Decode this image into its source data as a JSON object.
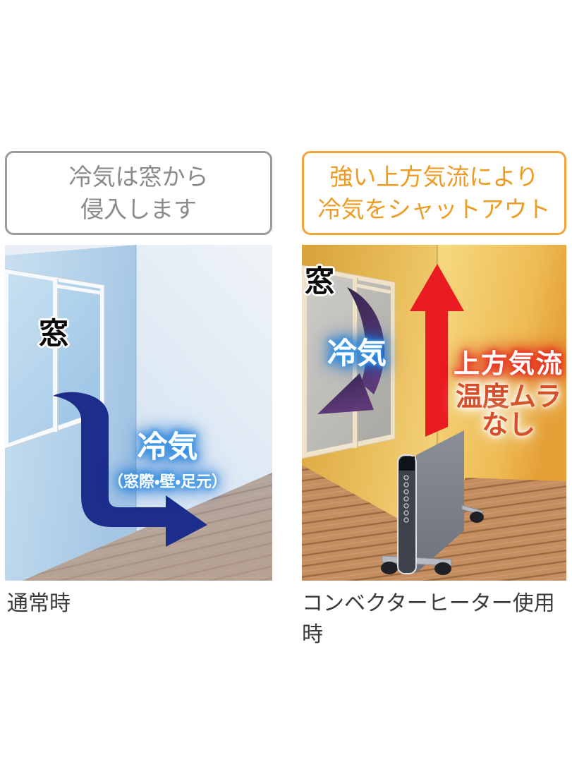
{
  "left_panel": {
    "header": {
      "line1": "冷気は窓から",
      "line2": "侵入します"
    },
    "window_label": "窓",
    "cold_air_label": "冷気",
    "cold_air_sub": "（窓際・壁・足元）",
    "caption": "通常時"
  },
  "right_panel": {
    "header": {
      "line1": "強い上方気流により",
      "line2": "冷気をシャットアウト"
    },
    "window_label": "窓",
    "cold_air_label": "冷気",
    "updraft_label": "上方気流",
    "temp_even_line1": "温度ムラ",
    "temp_even_line2": "なし",
    "caption": "コンベクターヒーター使用時"
  },
  "colors": {
    "callout_gray_border": "#9b9b9b",
    "callout_gray_text": "#8a8a8a",
    "callout_orange_border": "#f2a43c",
    "callout_orange_text": "#ee9b24",
    "cold_arrow_navy": "#1c2d8c",
    "cold_draft_purple": "#4a2e63",
    "updraft_red": "#ea1c22",
    "warm_text_red": "#d5502a",
    "caption_text": "#3a3a3a"
  }
}
